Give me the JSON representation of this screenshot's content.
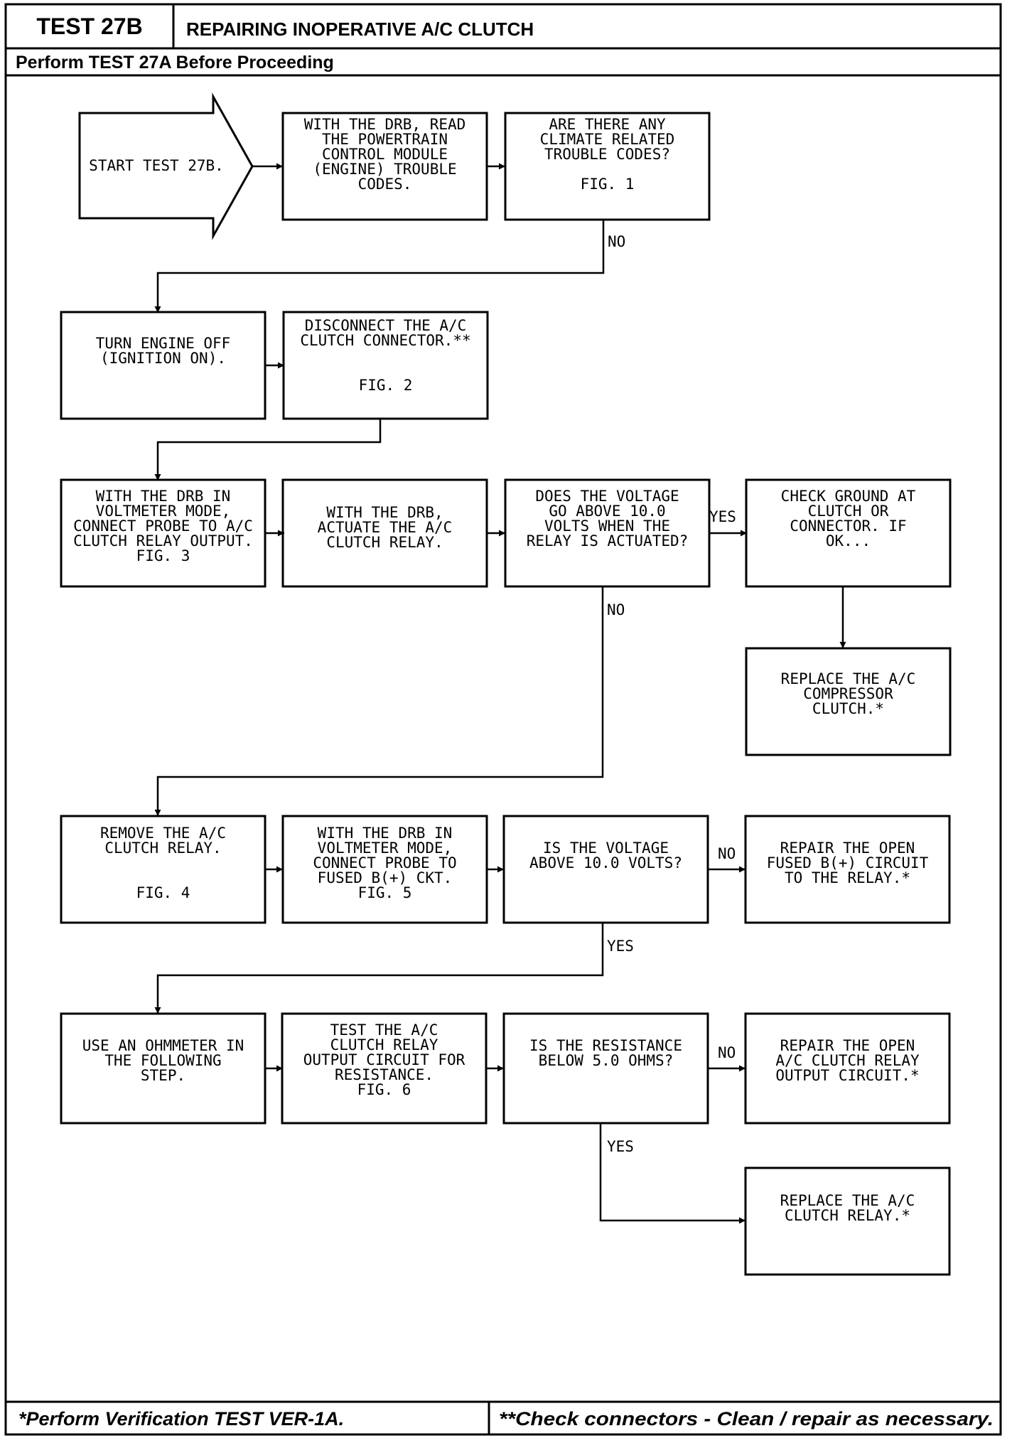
{
  "header": {
    "test_id": "TEST 27B",
    "title": "REPAIRING INOPERATIVE A/C CLUTCH",
    "prerequisite": "Perform TEST 27A Before Proceeding"
  },
  "footer": {
    "left_note": "*Perform Verification TEST VER-1A.",
    "right_note": "**Check connectors - Clean / repair as necessary."
  },
  "nodes": [
    {
      "id": "start",
      "lines": [
        "START TEST 27B."
      ]
    },
    {
      "id": "read_codes",
      "lines": [
        "WITH THE DRB, READ",
        "THE POWERTRAIN",
        "CONTROL MODULE",
        "(ENGINE) TROUBLE",
        "CODES."
      ]
    },
    {
      "id": "climate_codes",
      "lines": [
        "ARE THERE ANY",
        "CLIMATE RELATED",
        "TROUBLE CODES?",
        "",
        "FIG. 1"
      ]
    },
    {
      "id": "engine_off",
      "lines": [
        "TURN ENGINE OFF",
        "(IGNITION ON)."
      ]
    },
    {
      "id": "disconnect",
      "lines": [
        "DISCONNECT THE A/C",
        "CLUTCH CONNECTOR.**",
        "",
        "",
        "FIG. 2"
      ]
    },
    {
      "id": "voltmeter",
      "lines": [
        "WITH THE DRB IN",
        "VOLTMETER MODE,",
        "CONNECT PROBE TO A/C",
        "CLUTCH RELAY OUTPUT.",
        "FIG. 3"
      ]
    },
    {
      "id": "actuate",
      "lines": [
        "WITH THE DRB,",
        "ACTUATE THE A/C",
        "CLUTCH RELAY."
      ]
    },
    {
      "id": "voltage_q",
      "lines": [
        "DOES THE VOLTAGE",
        "GO ABOVE 10.0",
        "VOLTS WHEN THE",
        "RELAY IS ACTUATED?"
      ]
    },
    {
      "id": "check_ground",
      "lines": [
        "CHECK GROUND AT",
        "CLUTCH OR",
        "CONNECTOR. IF",
        "OK..."
      ]
    },
    {
      "id": "replace_clutch",
      "lines": [
        "REPLACE THE A/C",
        "COMPRESSOR",
        "CLUTCH.*"
      ]
    },
    {
      "id": "remove_relay",
      "lines": [
        "REMOVE THE A/C",
        "CLUTCH RELAY.",
        "",
        "",
        "FIG. 4"
      ]
    },
    {
      "id": "probe_fused",
      "lines": [
        "WITH THE DRB IN",
        "VOLTMETER MODE,",
        "CONNECT PROBE TO",
        "FUSED B(+) CKT.",
        "FIG. 5"
      ]
    },
    {
      "id": "voltage_q2",
      "lines": [
        "IS THE VOLTAGE",
        "ABOVE 10.0 VOLTS?"
      ]
    },
    {
      "id": "repair_fused",
      "lines": [
        "REPAIR THE OPEN",
        "FUSED B(+) CIRCUIT",
        "TO THE RELAY.*"
      ]
    },
    {
      "id": "ohmmeter",
      "lines": [
        "USE AN OHMMETER IN",
        "THE FOLLOWING",
        "STEP."
      ]
    },
    {
      "id": "test_output",
      "lines": [
        "TEST THE A/C",
        "CLUTCH RELAY",
        "OUTPUT CIRCUIT FOR",
        "RESISTANCE.",
        "FIG. 6"
      ]
    },
    {
      "id": "resistance_q",
      "lines": [
        "IS THE RESISTANCE",
        "BELOW 5.0 OHMS?"
      ]
    },
    {
      "id": "repair_output",
      "lines": [
        "REPAIR THE OPEN",
        "A/C CLUTCH RELAY",
        "OUTPUT CIRCUIT.*"
      ]
    },
    {
      "id": "replace_relay",
      "lines": [
        "REPLACE THE A/C",
        "CLUTCH RELAY.*"
      ]
    }
  ],
  "edge_labels": {
    "climate_no": "NO",
    "voltage_yes": "YES",
    "voltage_no": "NO",
    "voltage2_no": "NO",
    "voltage2_yes": "YES",
    "resistance_no": "NO",
    "resistance_yes": "YES"
  }
}
